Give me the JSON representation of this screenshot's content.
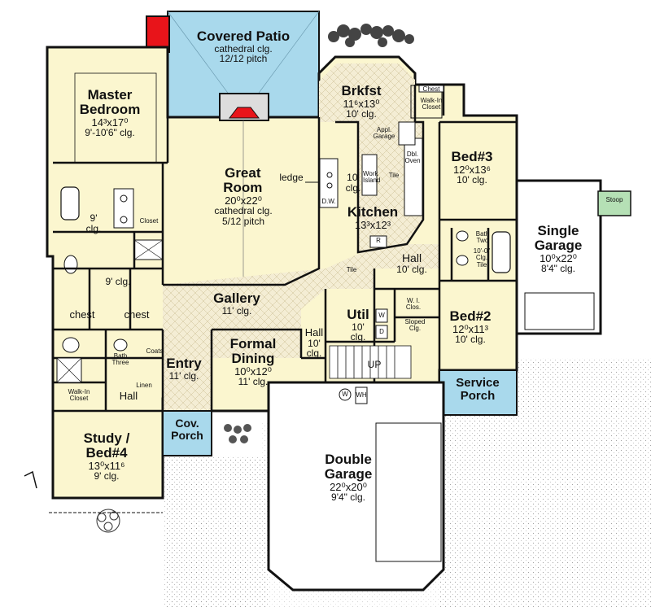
{
  "rooms": {
    "covered_patio": {
      "name": "Covered Patio",
      "dims": "cathedral clg.",
      "ceiling": "12/12 pitch"
    },
    "master_bedroom": {
      "name": "Master Bedroom",
      "dims": "14³x17⁰",
      "ceiling": "9'-10'6\" clg."
    },
    "great_room": {
      "name": "Great Room",
      "dims": "20⁰x22⁰",
      "ceiling": "cathedral clg.",
      "ceiling2": "5/12 pitch"
    },
    "brkfst": {
      "name": "Brkfst",
      "dims": "11⁶x13⁰",
      "ceiling": "10' clg."
    },
    "kitchen": {
      "name": "Kitchen",
      "dims": "13³x12³",
      "ceiling": "10'",
      "ceiling2": "clg."
    },
    "bed3": {
      "name": "Bed#3",
      "dims": "12⁰x13⁶",
      "ceiling": "10' clg."
    },
    "single_garage": {
      "name": "Single Garage",
      "dims": "10⁰x22⁰",
      "ceiling": "8'4\" clg."
    },
    "gallery": {
      "name": "Gallery",
      "ceiling": "11' clg."
    },
    "hall_east": {
      "name": "Hall",
      "ceiling": "10' clg."
    },
    "bed2": {
      "name": "Bed#2",
      "dims": "12⁰x11³",
      "ceiling": "10' clg."
    },
    "util": {
      "name": "Util",
      "ceiling": "10'",
      "ceiling2": "clg."
    },
    "hall_center": {
      "name": "Hall",
      "ceiling": "10'",
      "ceiling2": "clg."
    },
    "formal_dining": {
      "name": "Formal Dining",
      "dims": "10⁰x12⁰",
      "ceiling": "11' clg."
    },
    "entry": {
      "name": "Entry",
      "ceiling": "11' clg."
    },
    "service_porch": {
      "name": "Service Porch"
    },
    "cov_porch": {
      "name": "Cov. Porch"
    },
    "study": {
      "name": "Study / Bed#4",
      "dims": "13⁰x11⁶",
      "ceiling": "9' clg."
    },
    "double_garage": {
      "name": "Double Garage",
      "dims": "22⁰x20⁰",
      "ceiling": "9'4\" clg."
    }
  },
  "small_labels": {
    "bath_9": "9'",
    "bath_9_clg": "clg.",
    "hall_9": "9' clg.",
    "chest_left": "chest",
    "chest_right": "chest",
    "closet": "Closet",
    "coats": "Coats",
    "bath_three": "Bath Three",
    "linen": "Linen",
    "walkin_closet_study": "Walk-In Closet",
    "hall_study": "Hall",
    "ledge": "ledge",
    "tile_kitchen": "Tile",
    "tile_gallery": "Tile",
    "chest_top": "Chest",
    "walkin_closet_top": "Walk-In Closet",
    "appl_garage": "Appl. Garage",
    "dbl_oven": "Dbl. Oven",
    "work_island": "Work Island",
    "dw": "D.W.",
    "r": "R",
    "bath_two": "Bath Two",
    "bath_two_clg": "10'-0\" Clg. Tile",
    "wi_clos": "W. I. Clos.",
    "sloped_clg": "Sloped Clg.",
    "w": "W",
    "d": "D",
    "up": "UP",
    "stoop": "Stoop",
    "w_circle": "W",
    "wh": "WH"
  },
  "colors": {
    "room_fill": "#fbf6cf",
    "patio_fill": "#a9d9ec",
    "tile_fill": "#f3edd6",
    "pavement": "#e6e6e6",
    "wall": "#111111",
    "fireplace": "#e8141a",
    "stoop": "#b5e0b5"
  }
}
